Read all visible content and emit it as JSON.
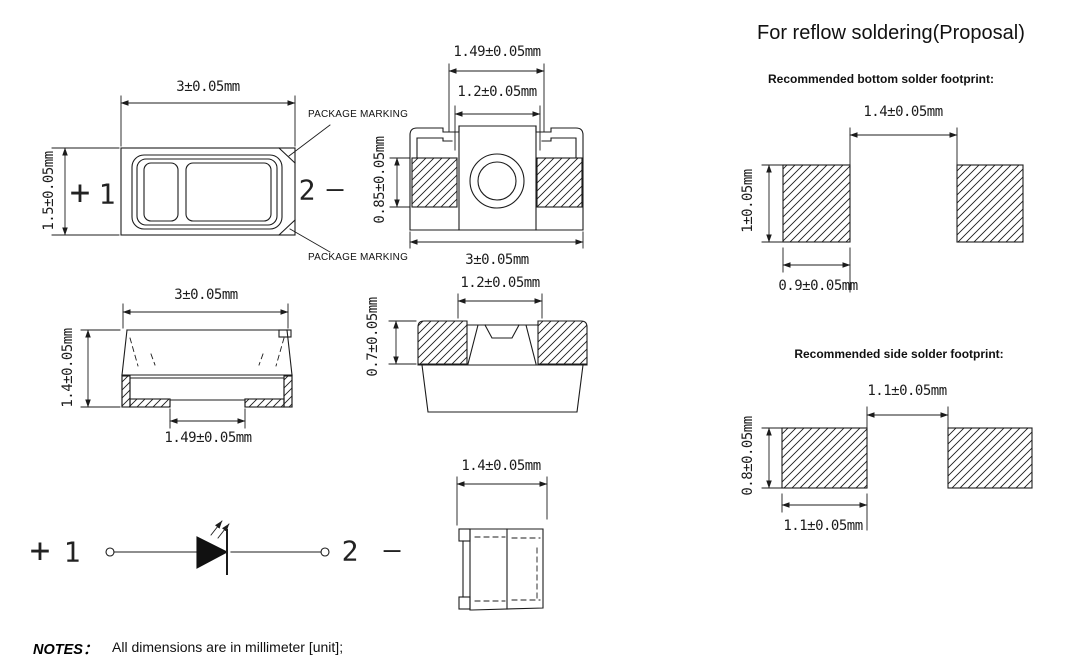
{
  "title": "For reflow soldering(Proposal)",
  "top_view": {
    "width_dim": "3±0.05mm",
    "height_dim": "1.5±0.05mm",
    "polarity_plus": "+",
    "pin1": "1",
    "pin2": "2",
    "polarity_minus": "—",
    "package_marking_top": "PACKAGE MARKING",
    "package_marking_bottom": "PACKAGE MARKING"
  },
  "bottom_view": {
    "outer_slot_dim": "1.49±0.05mm",
    "inner_slot_dim": "1.2±0.05mm",
    "pad_height_dim": "0.85±0.05mm",
    "width_dim": "3±0.05mm"
  },
  "front_view": {
    "width_dim": "3±0.05mm",
    "height_dim": "1.4±0.05mm",
    "slot_dim": "1.49±0.05mm"
  },
  "side_view": {
    "top_width_dim": "1.2±0.05mm",
    "pad_height_dim": "0.7±0.05mm"
  },
  "end_view": {
    "width_dim": "1.4±0.05mm"
  },
  "circuit": {
    "polarity_plus": "+",
    "pin1": "1",
    "pin2": "2",
    "polarity_minus": "—"
  },
  "bottom_footprint": {
    "caption": "Recommended bottom solder footprint:",
    "gap_dim": "1.4±0.05mm",
    "pad_height_dim": "1±0.05mm",
    "pad_width_dim": "0.9±0.05mm"
  },
  "side_footprint": {
    "caption": "Recommended side solder footprint:",
    "gap_dim": "1.1±0.05mm",
    "pad_height_dim": "0.8±0.05mm",
    "pad_width_dim": "1.1±0.05mm"
  },
  "notes": {
    "label": "NOTES：",
    "text": "All dimensions are in millimeter [unit];"
  },
  "colors": {
    "line": "#1c1c1c",
    "background": "#ffffff"
  }
}
